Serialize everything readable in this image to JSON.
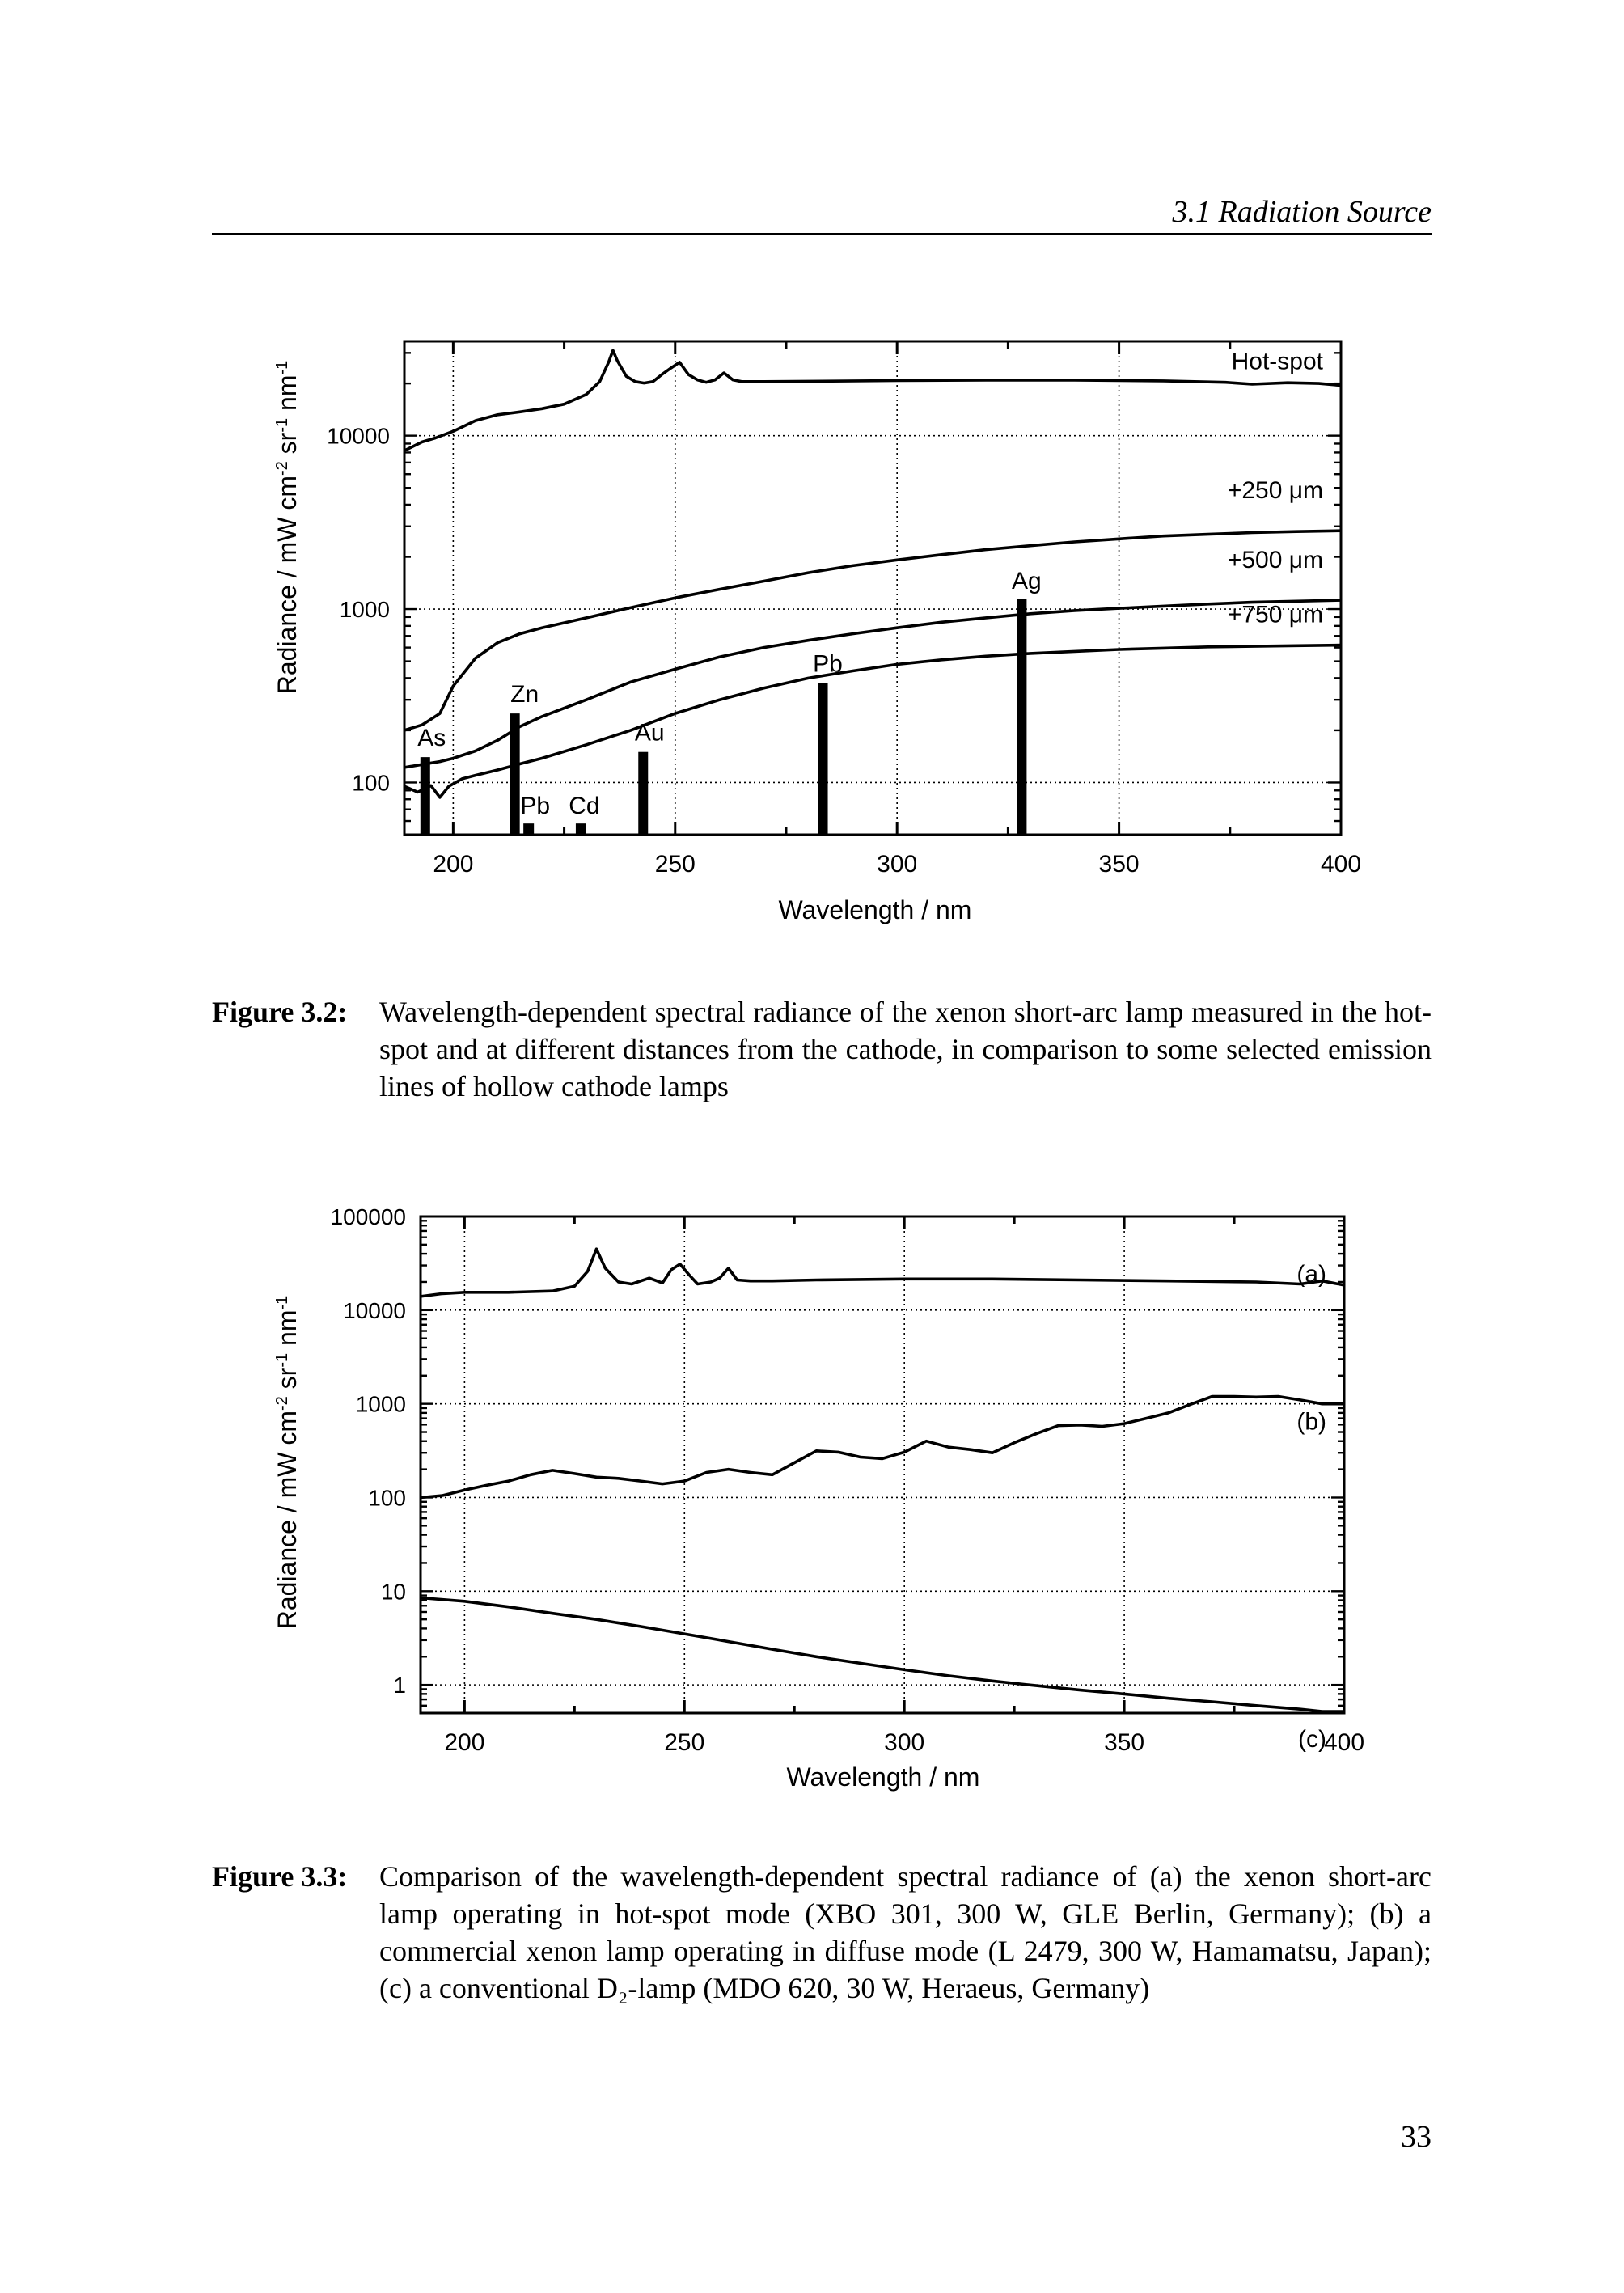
{
  "running_head": "3.1  Radiation Source",
  "page_number": "33",
  "captions": [
    {
      "label": "Figure 3.2",
      "text": "Wavelength-dependent spectral radiance of the xenon short-arc lamp measured in the hot-spot and at different distances from the cathode, in comparison to some selected emission lines of hollow cathode lamps"
    },
    {
      "label": "Figure 3.3",
      "text": "Comparison of the wavelength-dependent spectral radiance of (a) the xenon short-arc lamp operating in hot-spot mode (XBO 301, 300 W, GLE Berlin, Germany); (b) a commercial xenon lamp operating in diffuse mode (L 2479, 300 W, Hamamatsu, Japan); (c) a conventional D₂-lamp (MDO 620, 30 W, Heraeus, Germany)"
    }
  ],
  "chart_data": [
    {
      "type": "line",
      "title": "",
      "xlabel": "Wavelength / nm",
      "ylabel": "Radiance / mW cm-2 sr-1 nm-1",
      "ylabel_parts": {
        "main": "Radiance / mW cm",
        "e1": "-2",
        "sr": " sr",
        "e2": "-1",
        "nm": " nm",
        "e3": "-1"
      },
      "xlim": [
        189,
        400
      ],
      "ylim": [
        50,
        35000
      ],
      "yscale": "log",
      "xticks": [
        200,
        250,
        300,
        350,
        400
      ],
      "yticks": [
        100,
        1000,
        10000
      ],
      "grid": true,
      "series": [
        {
          "name": "Hot-spot",
          "x": [
            189,
            193,
            196,
            200,
            205,
            210,
            215,
            220,
            225,
            230,
            233,
            235,
            236,
            237,
            239,
            241,
            243,
            245,
            247,
            249,
            251,
            253,
            255,
            257,
            259,
            261,
            263,
            265,
            270,
            280,
            300,
            320,
            340,
            360,
            374,
            380,
            388,
            395,
            400
          ],
          "y": [
            8200,
            9200,
            9700,
            10600,
            12200,
            13200,
            13700,
            14300,
            15200,
            17300,
            20500,
            26500,
            31000,
            27000,
            22000,
            20500,
            20100,
            20500,
            22500,
            24500,
            26500,
            22500,
            21000,
            20300,
            21000,
            23000,
            21000,
            20500,
            20500,
            20600,
            20800,
            20900,
            20900,
            20700,
            20300,
            19800,
            20200,
            20000,
            19500
          ]
        },
        {
          "name": "+250 μm",
          "x": [
            189,
            193,
            197,
            200,
            205,
            210,
            215,
            220,
            230,
            240,
            250,
            260,
            270,
            280,
            290,
            300,
            310,
            320,
            330,
            340,
            350,
            360,
            370,
            380,
            390,
            400
          ],
          "y": [
            200,
            215,
            250,
            360,
            520,
            640,
            720,
            780,
            890,
            1020,
            1160,
            1300,
            1450,
            1620,
            1780,
            1920,
            2060,
            2200,
            2320,
            2440,
            2540,
            2640,
            2700,
            2760,
            2800,
            2830
          ]
        },
        {
          "name": "+500 μm",
          "x": [
            189,
            193,
            197,
            200,
            205,
            210,
            215,
            220,
            230,
            240,
            250,
            260,
            270,
            280,
            290,
            300,
            310,
            320,
            330,
            340,
            350,
            360,
            370,
            380,
            390,
            400
          ],
          "y": [
            122,
            127,
            132,
            138,
            152,
            175,
            210,
            240,
            300,
            380,
            450,
            530,
            600,
            660,
            720,
            780,
            840,
            890,
            940,
            980,
            1010,
            1040,
            1070,
            1095,
            1110,
            1125
          ]
        },
        {
          "name": "+750 μm",
          "x": [
            189,
            192,
            195,
            197,
            199,
            202,
            205,
            210,
            215,
            220,
            230,
            240,
            250,
            260,
            270,
            280,
            290,
            300,
            310,
            320,
            330,
            340,
            350,
            360,
            370,
            380,
            390,
            400
          ],
          "y": [
            95,
            88,
            96,
            82,
            95,
            105,
            110,
            118,
            128,
            138,
            165,
            200,
            250,
            300,
            350,
            400,
            440,
            480,
            510,
            535,
            555,
            570,
            585,
            595,
            605,
            610,
            615,
            620
          ]
        }
      ],
      "series_labels": [
        "Hot-spot",
        "+250 μm",
        "+500 μm",
        "+750 μm"
      ],
      "emission_lines": [
        {
          "element": "As",
          "wavelength": 193.7,
          "radiance": 140
        },
        {
          "element": "Zn",
          "wavelength": 213.9,
          "radiance": 250
        },
        {
          "element": "Pb",
          "wavelength": 217.0,
          "radiance": 58
        },
        {
          "element": "Cd",
          "wavelength": 228.8,
          "radiance": 58
        },
        {
          "element": "Au",
          "wavelength": 242.8,
          "radiance": 150
        },
        {
          "element": "Pb",
          "wavelength": 283.3,
          "radiance": 375
        },
        {
          "element": "Ag",
          "wavelength": 328.1,
          "radiance": 1150
        }
      ]
    },
    {
      "type": "line",
      "title": "",
      "xlabel": "Wavelength / nm",
      "ylabel": "Radiance / mW cm-2 sr-1 nm-1",
      "ylabel_parts": {
        "main": "Radiance / mW cm",
        "e1": "-2",
        "sr": " sr",
        "e2": "-1",
        "nm": " nm",
        "e3": "-1"
      },
      "xlim": [
        190,
        400
      ],
      "ylim": [
        0.5,
        100000
      ],
      "yscale": "log",
      "xticks": [
        200,
        250,
        300,
        350,
        400
      ],
      "yticks": [
        1,
        10,
        100,
        1000,
        10000,
        100000
      ],
      "grid": true,
      "series": [
        {
          "name": "(a)",
          "x": [
            190,
            195,
            200,
            210,
            220,
            225,
            228,
            230,
            232,
            235,
            238,
            242,
            245,
            247,
            249,
            251,
            253,
            256,
            258,
            260,
            262,
            265,
            270,
            280,
            300,
            320,
            340,
            360,
            380,
            390,
            395,
            400
          ],
          "y": [
            14000,
            15000,
            15500,
            15500,
            16000,
            18000,
            26000,
            45000,
            28000,
            20000,
            19000,
            22000,
            19500,
            27000,
            31000,
            24000,
            19000,
            20000,
            22000,
            28000,
            21000,
            20500,
            20500,
            21000,
            21500,
            21500,
            21000,
            20500,
            20000,
            19000,
            20500,
            18500
          ]
        },
        {
          "name": "(b)",
          "x": [
            190,
            195,
            200,
            205,
            210,
            215,
            220,
            225,
            230,
            235,
            240,
            245,
            250,
            255,
            260,
            265,
            270,
            275,
            280,
            285,
            290,
            295,
            300,
            305,
            310,
            315,
            320,
            325,
            330,
            335,
            340,
            345,
            350,
            355,
            360,
            365,
            370,
            375,
            380,
            385,
            390,
            395,
            400
          ],
          "y": [
            100,
            105,
            120,
            135,
            150,
            175,
            195,
            180,
            165,
            160,
            150,
            140,
            150,
            185,
            200,
            185,
            175,
            235,
            315,
            305,
            270,
            260,
            305,
            400,
            345,
            325,
            300,
            385,
            480,
            585,
            595,
            575,
            615,
            700,
            800,
            985,
            1200,
            1200,
            1180,
            1200,
            1100,
            1000,
            1000
          ]
        },
        {
          "name": "(c)",
          "x": [
            190,
            200,
            210,
            220,
            230,
            240,
            250,
            260,
            270,
            280,
            290,
            300,
            310,
            320,
            330,
            340,
            350,
            360,
            370,
            380,
            390,
            395,
            400
          ],
          "y": [
            8.5,
            7.8,
            6.8,
            5.8,
            5.0,
            4.2,
            3.5,
            2.9,
            2.4,
            2.0,
            1.7,
            1.45,
            1.25,
            1.1,
            0.98,
            0.88,
            0.8,
            0.72,
            0.66,
            0.6,
            0.55,
            0.52,
            0.52
          ]
        }
      ],
      "series_labels": [
        "(a)",
        "(b)",
        "(c)"
      ]
    }
  ]
}
